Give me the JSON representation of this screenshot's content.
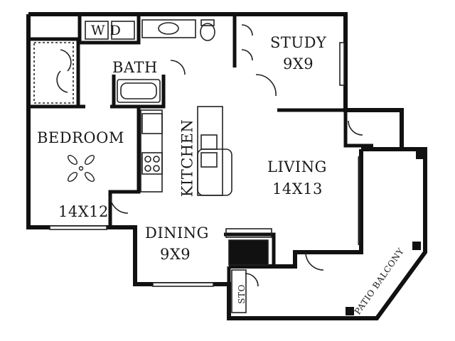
{
  "floor_plan": {
    "rooms": {
      "study": {
        "name": "STUDY",
        "size": "9X9"
      },
      "bath": {
        "name": "BATH"
      },
      "wd": {
        "name": "W D"
      },
      "bedroom": {
        "name": "BEDROOM",
        "size": "14X12"
      },
      "kitchen": {
        "name": "KITCHEN"
      },
      "living": {
        "name": "LIVING",
        "size": "14X13"
      },
      "dining": {
        "name": "DINING",
        "size": "9X9"
      },
      "storage": {
        "name": "STO"
      },
      "balcony": {
        "name": "PATIO BALCONY"
      }
    },
    "colors": {
      "wall": "#111111",
      "line": "#222222",
      "paper": "#ffffff"
    }
  }
}
